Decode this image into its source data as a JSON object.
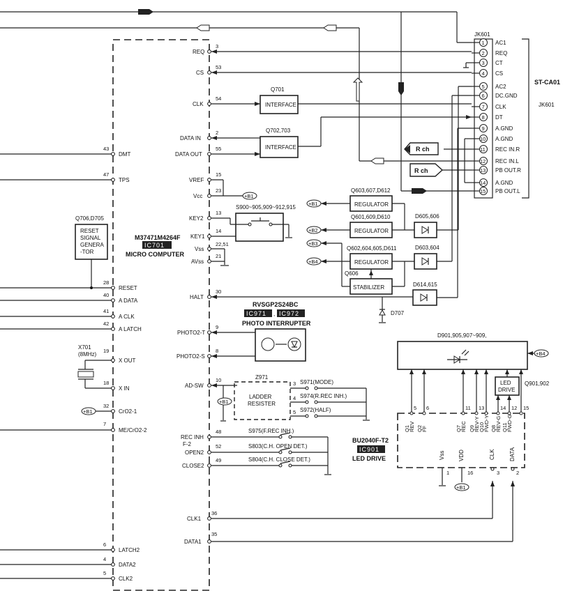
{
  "ic701": {
    "part": "M37471M4264F",
    "ref": "IC701",
    "desc": "MICRO COMPUTER"
  },
  "left_pins": [
    {
      "num": "43",
      "name": "DMT"
    },
    {
      "num": "47",
      "name": "TPS"
    },
    {
      "num": "28",
      "name": "RESET"
    },
    {
      "num": "40",
      "name": "A DATA"
    },
    {
      "num": "41",
      "name": "A CLK"
    },
    {
      "num": "42",
      "name": "A LATCH"
    },
    {
      "num": "19",
      "name": "X OUT"
    },
    {
      "num": "18",
      "name": "X IN"
    },
    {
      "num": "32",
      "name": "CrO2-1"
    },
    {
      "num": "7",
      "name": "ME/CrO2-2"
    },
    {
      "num": "6",
      "name": "LATCH2"
    },
    {
      "num": "4",
      "name": "DATA2"
    },
    {
      "num": "5",
      "name": "CLK2"
    }
  ],
  "right_pins": [
    {
      "num": "3",
      "name": "REQ"
    },
    {
      "num": "53",
      "name": "CS"
    },
    {
      "num": "54",
      "name": "CLK"
    },
    {
      "num": "2",
      "name": "DATA IN"
    },
    {
      "num": "55",
      "name": "DATA OUT"
    },
    {
      "num": "15",
      "name": "VREF"
    },
    {
      "num": "23",
      "name": "Vcc"
    },
    {
      "num": "13",
      "name": "KEY2"
    },
    {
      "num": "14",
      "name": "KEY1"
    },
    {
      "num": "22,51",
      "name": "Vss"
    },
    {
      "num": "21",
      "name": "AVss"
    },
    {
      "num": "30",
      "name": "HALT"
    },
    {
      "num": "9",
      "name": "PHOTO2-T"
    },
    {
      "num": "8",
      "name": "PHOTO2-S"
    },
    {
      "num": "10",
      "name": "AD-SW"
    },
    {
      "num": "48",
      "name": "REC INH"
    },
    {
      "num": "",
      "name": "F-2"
    },
    {
      "num": "52",
      "name": "OPEN2"
    },
    {
      "num": "49",
      "name": "CLOSE2"
    },
    {
      "num": "36",
      "name": "CLK1"
    },
    {
      "num": "35",
      "name": "DATA1"
    }
  ],
  "reset_gen": {
    "ref": "Q706,D705",
    "lines": [
      "RESET",
      "SIGNAL",
      "GENERA",
      "-TOR"
    ]
  },
  "crystal": {
    "ref": "X701",
    "freq": "(8MHz)"
  },
  "b1": "+B1",
  "b2": "+B2",
  "b3": "+B3",
  "b4": "+B4",
  "q701": {
    "ref": "Q701",
    "label": "INTERFACE"
  },
  "q702": {
    "ref": "Q702,703",
    "label": "INTERFACE"
  },
  "keys": {
    "ref": "S900~905,909~912,915"
  },
  "photo": {
    "part": "RVSGP2S24BC",
    "ref1": "IC971",
    "ref2": "IC972",
    "desc": "PHOTO  INTERRUPTER"
  },
  "ladder": {
    "ref": "Z971",
    "label1": "LADDER",
    "label2": "RESISTER"
  },
  "switches": [
    {
      "pin": "3",
      "label": "S971(MODE)"
    },
    {
      "pin": "4",
      "label": "S974(R.REC INH.)"
    },
    {
      "pin": "5",
      "label": "S972(HALF)"
    },
    {
      "pin": "",
      "label": "S975(F.REC INH.)"
    },
    {
      "pin": "",
      "label": "S803(C.H. OPEN DET.)"
    },
    {
      "pin": "",
      "label": "S804(C.H. CLOSE DET.)"
    }
  ],
  "regs": [
    {
      "ref": "Q603,607,D612",
      "label": "REGULATOR"
    },
    {
      "ref": "Q601,609,D610",
      "label": "REGULATOR"
    },
    {
      "ref": "Q602,604,605,D611",
      "label": "REGULATOR"
    },
    {
      "ref": "Q606",
      "label": "STABILIZER"
    }
  ],
  "diodes": [
    "D605,606",
    "D603,604",
    "D614,615",
    "D707"
  ],
  "jk601": {
    "ref": "JK601",
    "board": "ST-CA01",
    "side_ref": "JK601",
    "pins": [
      {
        "n": "1",
        "name": "AC1"
      },
      {
        "n": "2",
        "name": "REQ"
      },
      {
        "n": "3",
        "name": "CT"
      },
      {
        "n": "4",
        "name": "CS"
      },
      {
        "n": "5",
        "name": "AC2"
      },
      {
        "n": "6",
        "name": "DC.GND"
      },
      {
        "n": "7",
        "name": "CLK"
      },
      {
        "n": "8",
        "name": "DT"
      },
      {
        "n": "9",
        "name": "A.GND"
      },
      {
        "n": "10",
        "name": "A.GND"
      },
      {
        "n": "11",
        "name": "REC IN.R"
      },
      {
        "n": "12",
        "name": "REC IN.L"
      },
      {
        "n": "13",
        "name": "PB OUT.R"
      },
      {
        "n": "14",
        "name": "A.GND"
      },
      {
        "n": "15",
        "name": "PB OUT.L"
      }
    ]
  },
  "rch1": "R ch",
  "rch2": "R ch",
  "leds": {
    "ref": "D901,905,907~909,"
  },
  "led_drive_q": {
    "label1": "LED",
    "label2": "DRIVE",
    "ref": "Q901,902"
  },
  "ic901": {
    "part": "BU2040F-T2",
    "ref": "IC901",
    "desc": "LED  DRIVE"
  },
  "ic901_pins": [
    {
      "num": "5",
      "label": "Q1 REV"
    },
    {
      "num": "6",
      "label": "Q2 FF"
    },
    {
      "num": "11",
      "label": "Q7 REC"
    },
    {
      "num": "13",
      "label": "Q9 REV-Y"
    },
    {
      "num": "",
      "label": "Q10 FWD-Y"
    },
    {
      "num": "14",
      "label": "Q8 REV-G"
    },
    {
      "num": "12",
      "label": "Q11 FWD-G"
    },
    {
      "num": "15",
      "label": ""
    }
  ],
  "ic901_bottom": [
    {
      "num": "1",
      "label": "Vss"
    },
    {
      "num": "16",
      "label": "VDD"
    },
    {
      "num": "3",
      "label": "CLK"
    },
    {
      "num": "2",
      "label": "DATA"
    }
  ]
}
